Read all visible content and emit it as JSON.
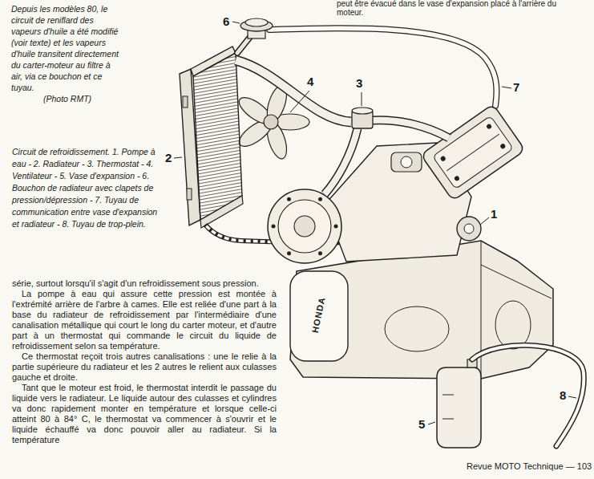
{
  "diagram": {
    "caption": "Circuit de refroidissement. 1. Pompe à eau - 2. Radiateur - 3. Thermostat - 4. Ventilateur - 5. Vase d'expansion - 6. Bouchon de radiateur avec clapets de pression/dépression - 7. Tuyau de communication entre vase d'expansion et radiateur - 8. Tuyau de trop-plein.",
    "labels": [
      "peut être évacué dans le vase d'expansion placé à l'arrière du moteur.",
      "Depuis les modèles 80, le circuit de reniflard des vapeurs d'huile a été modifié (voir texte) et les vapeurs d'huile transitent directement du carter-moteur au filtre à air, via ce bouchon et ce tuyau.",
      "(Photo RMT)",
      "6",
      "4",
      "3",
      "7",
      "2",
      "1",
      "HONDA",
      "5",
      "8",
      "série, surtout lorsqu'il s'agit d'un refroidissement sous pression.",
      "La pompe à eau qui assure cette pression est montée à l'extrémité arrière de l'arbre à cames. Elle est reliée d'une part à la base du radiateur de refroidissement par l'intermédiaire d'une canalisation métallique qui court le long du carter moteur, et d'autre part à un thermostat qui commande le circuit du liquide de refroidissement selon sa température.",
      "Ce thermostat reçoit trois autres canalisations : une le relie à la partie supérieure du radiateur et les 2 autres le relient aux culasses gauche et droite.",
      "Tant que le moteur est froid, le thermostat interdit le passage du liquide vers le radiateur. Le liquide autour des culasses et cylindres va donc rapidement monter en température et lorsque celle-ci atteint 80 à 84° C, le thermostat va commencer à s'ouvrir et le liquide échauffé va donc pouvoir aller au radiateur. Si la température",
      "Revue MOTO Technique — 103"
    ]
  }
}
